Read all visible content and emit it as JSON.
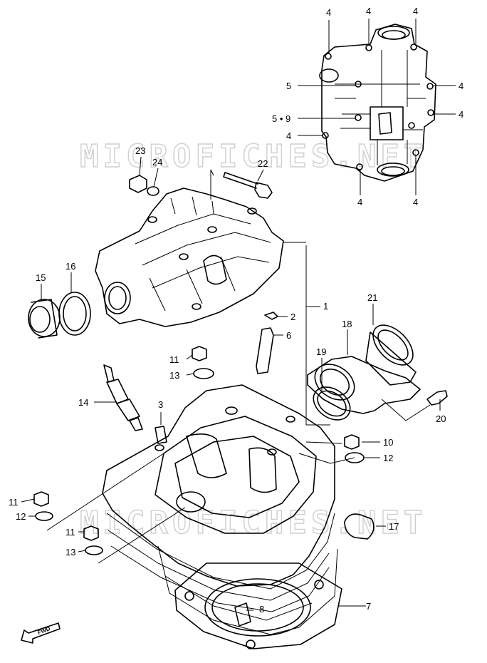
{
  "watermark": "MICROFICHES.NET",
  "fwd_label": "FWD",
  "callouts": {
    "c1": "1",
    "c2": "2",
    "c3": "3",
    "c4a": "4",
    "c4b": "4",
    "c4c": "4",
    "c4d": "4",
    "c4e": "4",
    "c4f": "4",
    "c4g": "4",
    "c4h": "4",
    "c5": "5",
    "c59": "5 • 9",
    "c6": "6",
    "c7": "7",
    "c8": "8",
    "c10": "10",
    "c11a": "11",
    "c11b": "11",
    "c11c": "11",
    "c12a": "12",
    "c12b": "12",
    "c13a": "13",
    "c13b": "13",
    "c14": "14",
    "c15": "15",
    "c16": "16",
    "c17": "17",
    "c18": "18",
    "c19": "19",
    "c20": "20",
    "c21": "21",
    "c22": "22",
    "c23": "23",
    "c24": "24"
  }
}
